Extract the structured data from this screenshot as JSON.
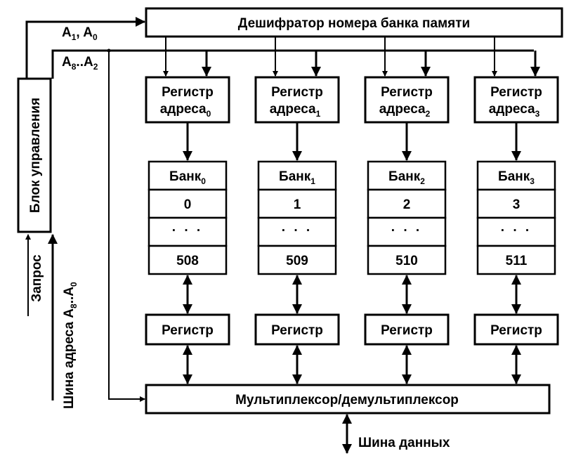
{
  "decoder_label": "Дешифратор номера банка памяти",
  "control_label": "Блок управления",
  "bus_upper_label": {
    "main": "A",
    "sub1": "1",
    "sep": ", A",
    "sub2": "0"
  },
  "bus_lower_label": {
    "main": "A",
    "sub1": "8",
    "sep": "..A",
    "sub2": "2"
  },
  "request_label": "Запрос",
  "address_bus_label": {
    "main": "Шина адреса A",
    "sub1": "8",
    "sep": "..A",
    "sub2": "0"
  },
  "mux_label": "Мультиплексор/демультиплексор",
  "data_bus_label": "Шина данных",
  "register_label": "Регистр",
  "banks": [
    {
      "addr_line1": "Регистр",
      "addr_line2": "адреса",
      "addr_sub": "0",
      "bank_name": "Банк",
      "bank_sub": "0",
      "cell_first": "0",
      "cell_dots": "· · ·",
      "cell_last": "508"
    },
    {
      "addr_line1": "Регистр",
      "addr_line2": "адреса",
      "addr_sub": "1",
      "bank_name": "Банк",
      "bank_sub": "1",
      "cell_first": "1",
      "cell_dots": "· · ·",
      "cell_last": "509"
    },
    {
      "addr_line1": "Регистр",
      "addr_line2": "адреса",
      "addr_sub": "2",
      "bank_name": "Банк",
      "bank_sub": "2",
      "cell_first": "2",
      "cell_dots": "· · ·",
      "cell_last": "510"
    },
    {
      "addr_line1": "Регистр",
      "addr_line2": "адреса",
      "addr_sub": "3",
      "bank_name": "Банк",
      "bank_sub": "3",
      "cell_first": "3",
      "cell_dots": "· · ·",
      "cell_last": "511"
    }
  ]
}
